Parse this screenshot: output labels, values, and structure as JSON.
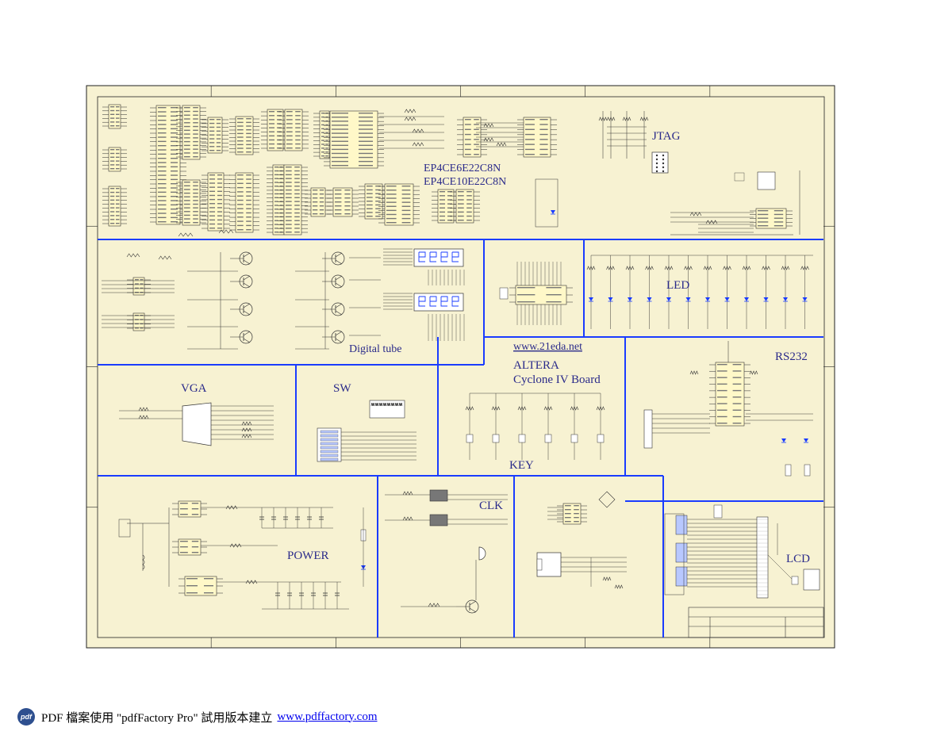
{
  "schematic": {
    "frame_colors": {
      "sheet": "#f7f2d2",
      "divider": "#1a3cff",
      "label": "#2a2a8a",
      "chip": "#fff8c8"
    },
    "sections": {
      "fpga_line1": "EP4CE6E22C8N",
      "fpga_line2": "EP4CE10E22C8N",
      "jtag": "JTAG",
      "digital_tube": "Digital tube",
      "led": "LED",
      "website": "www.21eda.net",
      "board_line1": "ALTERA",
      "board_line2": "Cyclone IV Board",
      "rs232": "RS232",
      "vga": "VGA",
      "sw": "SW",
      "key": "KEY",
      "clk": "CLK",
      "power": "POWER",
      "lcd": "LCD"
    }
  },
  "footer": {
    "logo_icon": "pdf",
    "text": "PDF 檔案使用 \"pdfFactory Pro\" 試用版本建立",
    "link": "www.pdffactory.com"
  }
}
